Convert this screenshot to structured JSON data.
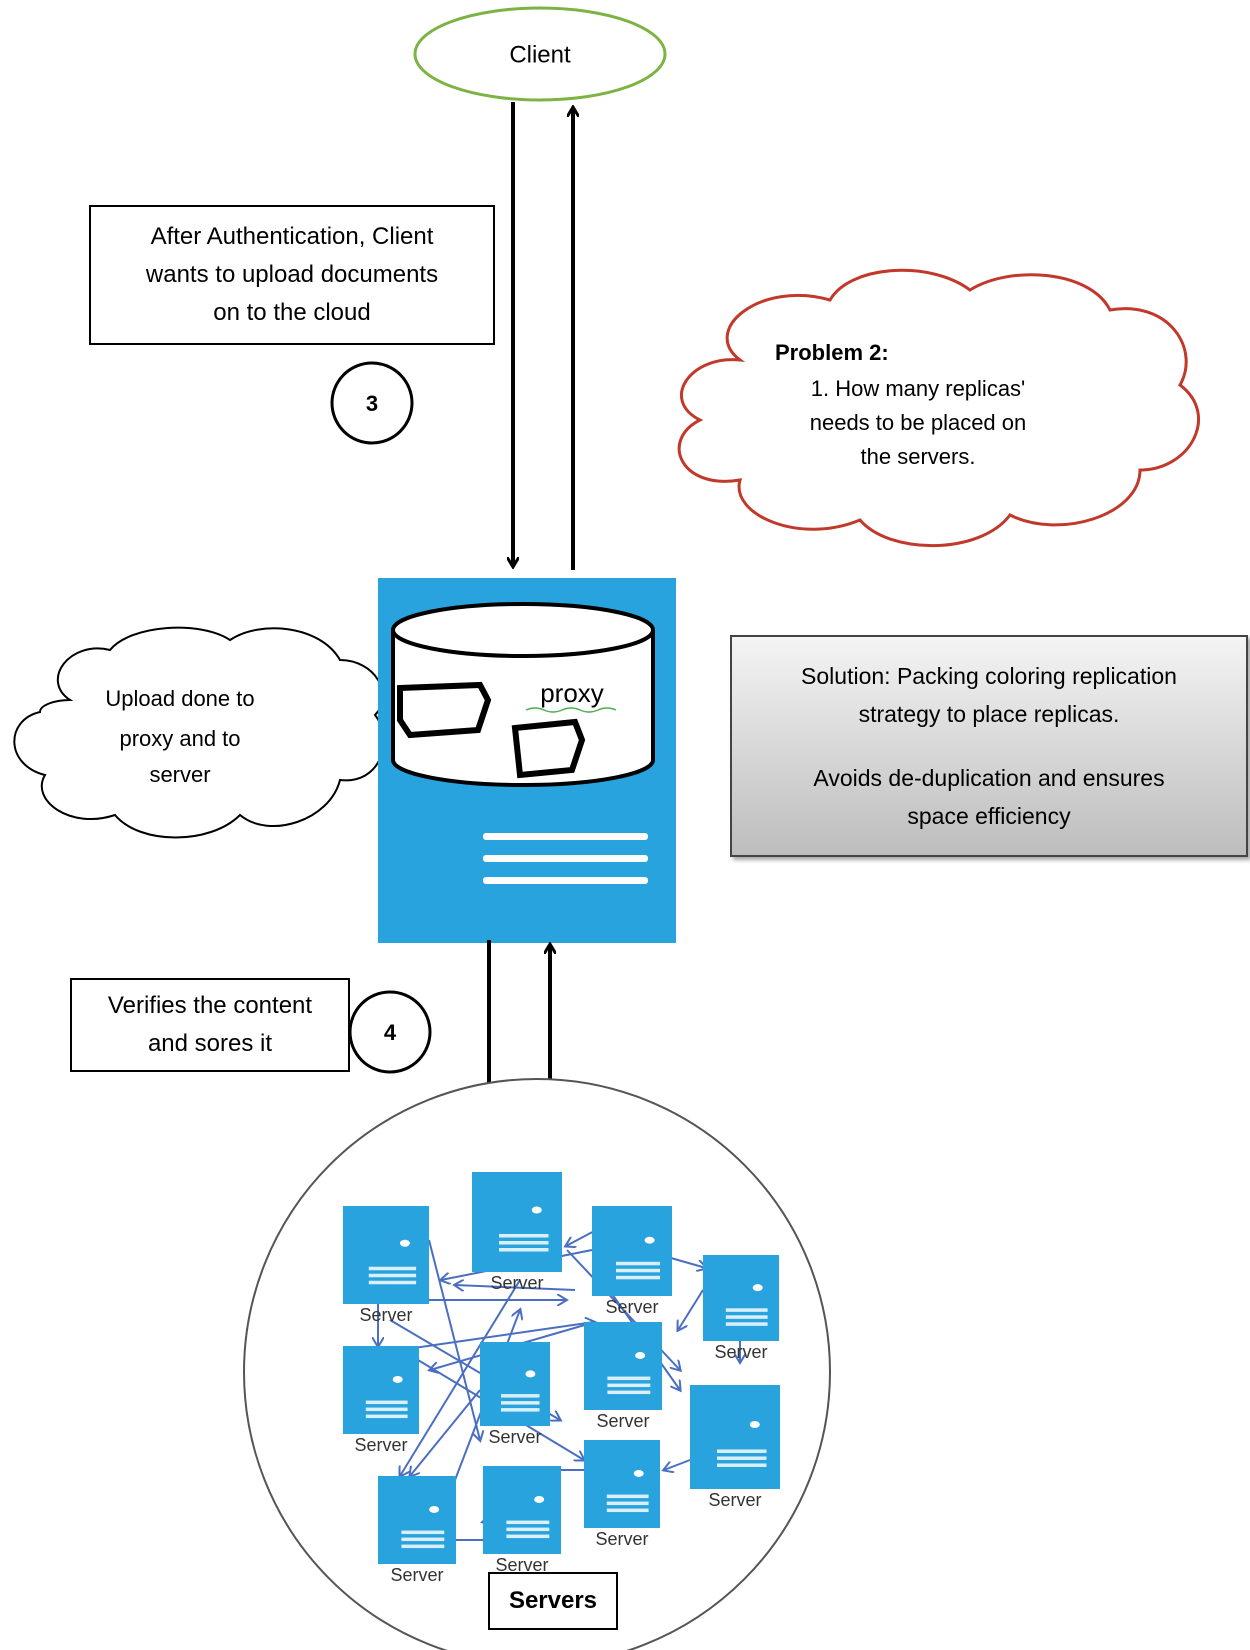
{
  "client": {
    "label": "Client"
  },
  "upload_note": {
    "lines": [
      "After Authentication, Client",
      "wants to upload documents",
      "on to the cloud"
    ]
  },
  "step3": {
    "label": "3"
  },
  "step4": {
    "label": "4"
  },
  "problem": {
    "title": "Problem 2:",
    "lines": [
      "1. How many replicas'",
      "needs to be placed on",
      "the servers."
    ]
  },
  "proxy": {
    "label": "proxy"
  },
  "upload_cloud": {
    "lines": [
      "Upload done to",
      "proxy and to",
      "server"
    ]
  },
  "solution": {
    "line1": "Solution: Packing coloring replication",
    "line2": "strategy to place replicas.",
    "line3": "Avoids de-duplication and ensures",
    "line4": "space efficiency"
  },
  "verify_note": {
    "lines": [
      "Verifies the content",
      "and sores it"
    ]
  },
  "server_label": "Server",
  "servers_title": "Servers",
  "colors": {
    "client_stroke": "#7cb342",
    "problem_stroke": "#c0392b",
    "proxy_fill": "#29a3dd",
    "server_fill": "#29a3dd",
    "link_color": "#4a6fc0"
  }
}
